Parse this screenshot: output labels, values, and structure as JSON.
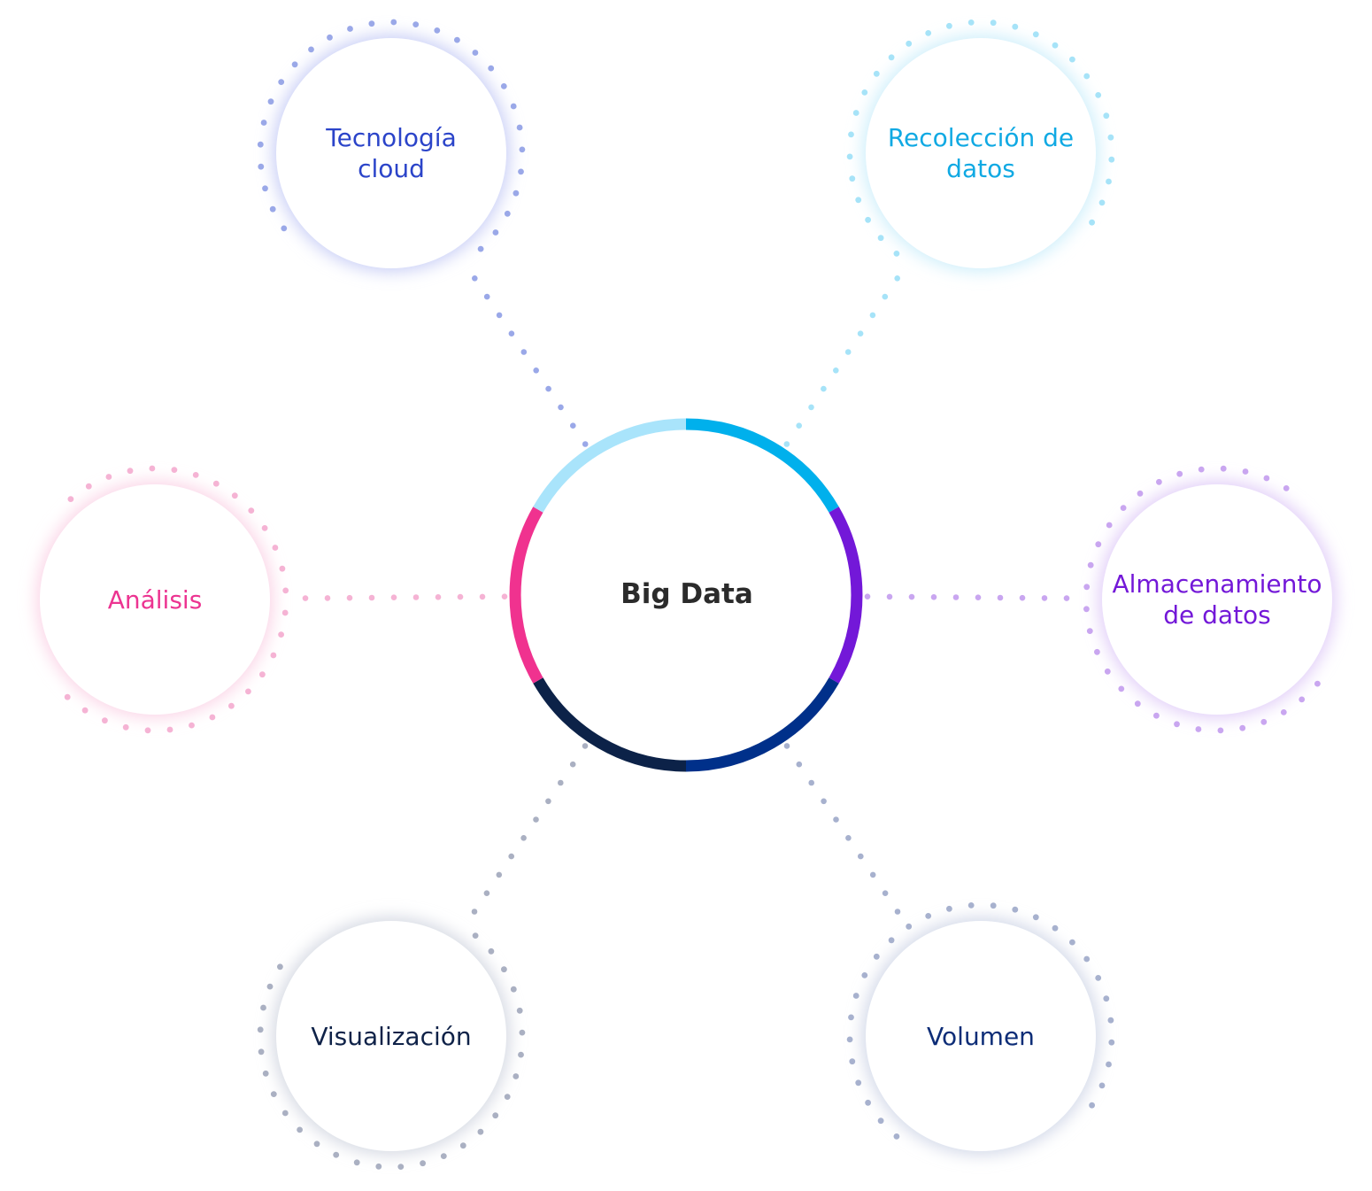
{
  "center": {
    "label": "Big Data"
  },
  "nodes": [
    {
      "id": "tecnologia-cloud",
      "label": "Tecnología\ncloud",
      "color": "#2b44c9",
      "dot_color": "#9aa8e8",
      "glow": "#c9cff6"
    },
    {
      "id": "recoleccion-datos",
      "label": "Recolección de\ndatos",
      "color": "#10a9e3",
      "dot_color": "#a6e3f8",
      "glow": "#cfeffb"
    },
    {
      "id": "analisis",
      "label": "Análisis",
      "color": "#ec3491",
      "dot_color": "#f5b3d4",
      "glow": "#fbd5e7"
    },
    {
      "id": "almacenamiento-datos",
      "label": "Almacenamiento\nde datos",
      "color": "#7318d8",
      "dot_color": "#c9a6f0",
      "glow": "#e1cdf8"
    },
    {
      "id": "visualizacion",
      "label": "Visualización",
      "color": "#0f2248",
      "dot_color": "#aab0c2",
      "glow": "#d4d8e2"
    },
    {
      "id": "volumen",
      "label": "Volumen",
      "color": "#0d2d77",
      "dot_color": "#a7b1ce",
      "glow": "#d2d8e8"
    }
  ],
  "ring_colors": [
    "#00b0ec",
    "#7318d8",
    "#00308a",
    "#0c2248",
    "#f0328f",
    "#a9e4fb"
  ]
}
